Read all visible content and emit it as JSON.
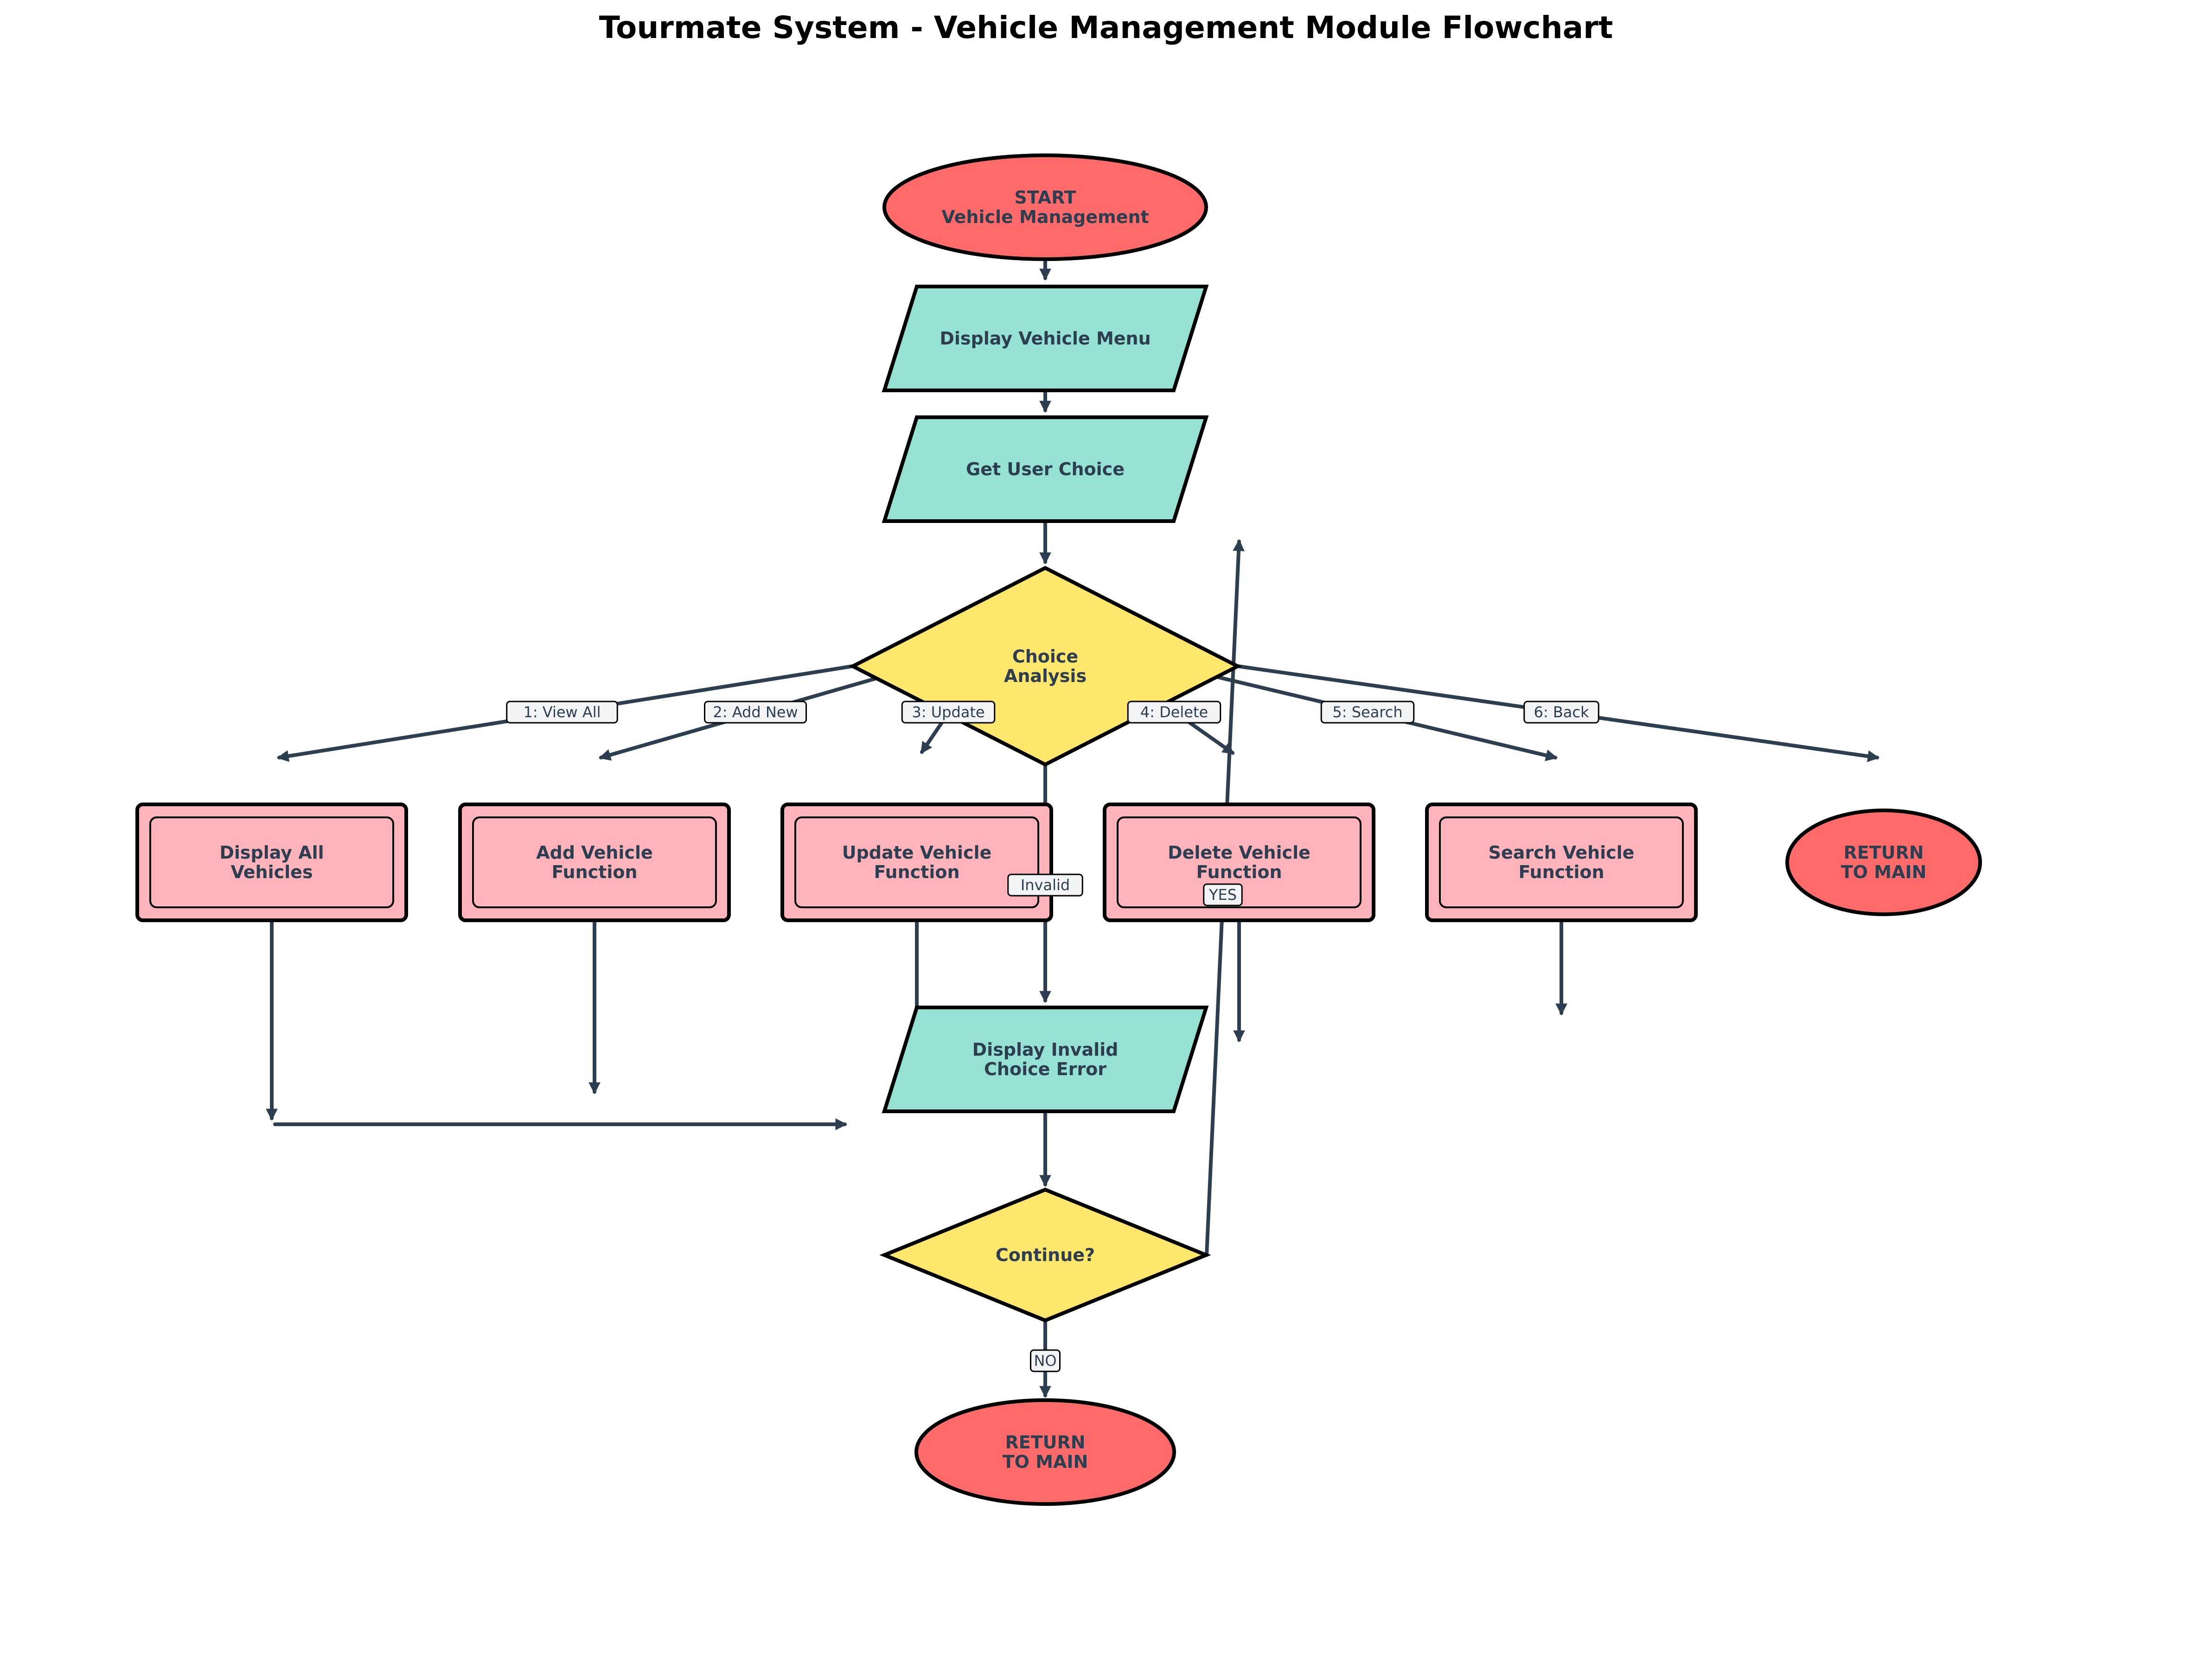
{
  "title": "Tourmate System - Vehicle Management Module Flowchart",
  "colors": {
    "terminal": "#ff6b6b",
    "io": "#95e1d3",
    "decision": "#ffe66d",
    "process": "#ffb3ba",
    "edge": "#2c3e50",
    "text": "#2c3e50"
  },
  "nodes": {
    "start": {
      "type": "terminal",
      "lines": [
        "START",
        "Vehicle Management"
      ]
    },
    "display_menu": {
      "type": "io",
      "lines": [
        "Display Vehicle Menu"
      ]
    },
    "get_choice": {
      "type": "io",
      "lines": [
        "Get User Choice"
      ]
    },
    "choice_analysis": {
      "type": "decision",
      "lines": [
        "Choice",
        "Analysis"
      ]
    },
    "display_all": {
      "type": "process",
      "lines": [
        "Display All",
        "Vehicles"
      ]
    },
    "add_vehicle": {
      "type": "process",
      "lines": [
        "Add Vehicle",
        "Function"
      ]
    },
    "update_vehicle": {
      "type": "process",
      "lines": [
        "Update Vehicle",
        "Function"
      ]
    },
    "delete_vehicle": {
      "type": "process",
      "lines": [
        "Delete Vehicle",
        "Function"
      ]
    },
    "search_vehicle": {
      "type": "process",
      "lines": [
        "Search Vehicle",
        "Function"
      ]
    },
    "return_main_1": {
      "type": "terminal",
      "lines": [
        "RETURN",
        "TO MAIN"
      ]
    },
    "invalid_error": {
      "type": "io",
      "lines": [
        "Display Invalid",
        "Choice Error"
      ]
    },
    "continue": {
      "type": "decision",
      "lines": [
        "Continue?"
      ]
    },
    "return_main_2": {
      "type": "terminal",
      "lines": [
        "RETURN",
        "TO MAIN"
      ]
    }
  },
  "edge_labels": {
    "view_all": "1: View All",
    "add_new": "2: Add New",
    "update": "3: Update",
    "delete": "4: Delete",
    "search": "5: Search",
    "back": "6: Back",
    "invalid": "Invalid",
    "yes": "YES",
    "no": "NO"
  }
}
